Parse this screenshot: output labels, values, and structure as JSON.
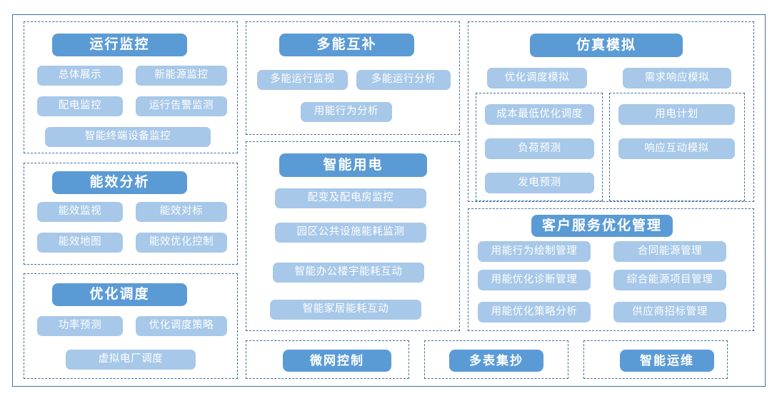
{
  "theme": {
    "header_chip_color": "#5b9bd5",
    "item_chip_color": "#a7c8e8",
    "dashed_border_color": "#3f6f9f",
    "outer_border_color": "#41719c",
    "chip_text_color": "#ffffff",
    "background": "#ffffff"
  },
  "groups": {
    "operation_monitoring": {
      "header": "运行监控",
      "items": [
        "总体展示",
        "新能源监控",
        "配电监控",
        "运行告警监测",
        "智能终端设备监控"
      ]
    },
    "energy_efficiency_analysis": {
      "header": "能效分析",
      "items": [
        "能效监视",
        "能效对标",
        "能效地图",
        "能效优化控制"
      ]
    },
    "optimized_dispatch": {
      "header": "优化调度",
      "items": [
        "功率预测",
        "优化调度策略",
        "虚拟电厂调度"
      ]
    },
    "multi_energy_complementary": {
      "header": "多能互补",
      "items": [
        "多能运行监视",
        "多能运行分析",
        "用能行为分析"
      ]
    },
    "smart_electricity": {
      "header": "智能用电",
      "items": [
        "配变及配电房监控",
        "园区公共设施能耗监测",
        "智能办公楼宇能耗互动",
        "智能家居能耗互动"
      ]
    },
    "simulation": {
      "header": "仿真模拟",
      "items": [
        "优化调度模拟",
        "需求响应模拟"
      ],
      "sub_left": [
        "成本最低优化调度",
        "负荷预测",
        "发电预测"
      ],
      "sub_right": [
        "用电计划",
        "响应互动模拟"
      ]
    },
    "customer_service_optimization": {
      "header": "客户服务优化管理",
      "items_left": [
        "用能行为绘制管理",
        "用能优化诊断管理",
        "用能优化策略分析"
      ],
      "items_right": [
        "合同能源管理",
        "综合能源项目管理",
        "供应商招标管理"
      ]
    },
    "microgrid_control": {
      "header": "微网控制"
    },
    "multi_meter_reading": {
      "header": "多表集抄"
    },
    "smart_operation_maintenance": {
      "header": "智能运维"
    }
  }
}
